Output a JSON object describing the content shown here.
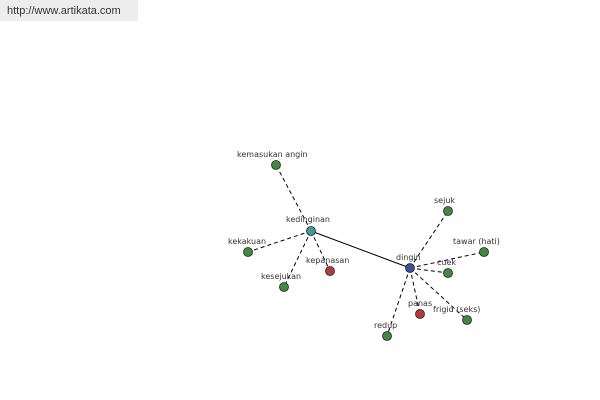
{
  "source_url": "http://www.artikata.com",
  "colors": {
    "synonym": "#3f8a3f",
    "center": "#3a4e9a",
    "secondary": "#3f9a9a",
    "antonym": "#b23a3a"
  },
  "nodes": [
    {
      "id": "dingin",
      "label": "dingin",
      "kind": "center"
    },
    {
      "id": "kedinginan",
      "label": "kedinginan",
      "kind": "secondary"
    },
    {
      "id": "kemasukan-angin",
      "label": "kemasukan angin",
      "kind": "synonym"
    },
    {
      "id": "kekakuan",
      "label": "kekakuan",
      "kind": "synonym"
    },
    {
      "id": "kesejukan",
      "label": "kesejukan",
      "kind": "synonym"
    },
    {
      "id": "kepanasan",
      "label": "kepanasan",
      "kind": "antonym"
    },
    {
      "id": "sejuk",
      "label": "sejuk",
      "kind": "synonym"
    },
    {
      "id": "tawar-hati",
      "label": "tawar (hati)",
      "kind": "synonym"
    },
    {
      "id": "cuek",
      "label": "cuek",
      "kind": "synonym"
    },
    {
      "id": "panas",
      "label": "panas",
      "kind": "antonym"
    },
    {
      "id": "frigid-seks",
      "label": "frigid (seks)",
      "kind": "synonym"
    },
    {
      "id": "redup",
      "label": "redup",
      "kind": "synonym"
    }
  ],
  "edges": [
    {
      "from": "kedinginan",
      "to": "dingin",
      "style": "solid"
    },
    {
      "from": "kedinginan",
      "to": "kemasukan-angin",
      "style": "dashed"
    },
    {
      "from": "kedinginan",
      "to": "kekakuan",
      "style": "dashed"
    },
    {
      "from": "kedinginan",
      "to": "kesejukan",
      "style": "dashed"
    },
    {
      "from": "kedinginan",
      "to": "kepanasan",
      "style": "dashed"
    },
    {
      "from": "dingin",
      "to": "sejuk",
      "style": "dashed"
    },
    {
      "from": "dingin",
      "to": "tawar-hati",
      "style": "dashed"
    },
    {
      "from": "dingin",
      "to": "cuek",
      "style": "dashed"
    },
    {
      "from": "dingin",
      "to": "panas",
      "style": "dashed"
    },
    {
      "from": "dingin",
      "to": "frigid-seks",
      "style": "dashed"
    },
    {
      "from": "dingin",
      "to": "redup",
      "style": "dashed"
    }
  ]
}
